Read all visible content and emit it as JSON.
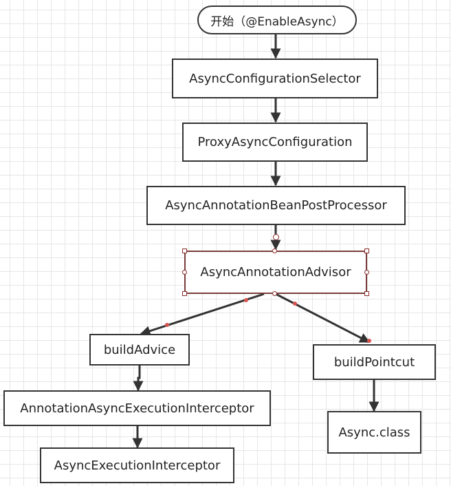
{
  "nodes": {
    "start": "开始（@EnableAsync）",
    "config_selector": "AsyncConfigurationSelector",
    "proxy_config": "ProxyAsyncConfiguration",
    "bean_post_processor": "AsyncAnnotationBeanPostProcessor",
    "advisor": "AsyncAnnotationAdvisor",
    "build_advice": "buildAdvice",
    "build_pointcut": "buildPointcut",
    "execution_interceptor_annotation": "AnnotationAsyncExecutionInterceptor",
    "execution_interceptor": "AsyncExecutionInterceptor",
    "async_class": "Async.class"
  },
  "colors": {
    "stroke": "#333333",
    "selection": "#8a2a2a",
    "connector_dot": "#d9534f"
  }
}
